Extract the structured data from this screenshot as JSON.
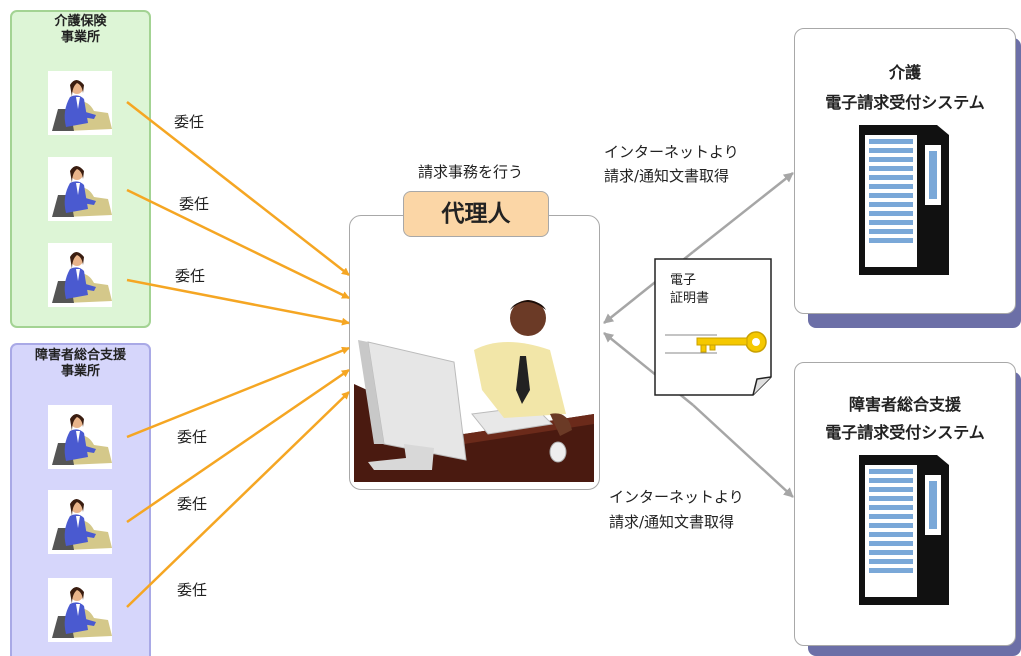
{
  "care_group": {
    "title_line1": "介護保険",
    "title_line2": "事業所"
  },
  "disability_group": {
    "title_line1": "障害者総合支援",
    "title_line2": "事業所"
  },
  "delegation_label": "委任",
  "agent": {
    "caption": "請求事務を行う",
    "name": "代理人"
  },
  "internet_label": {
    "line1": "インターネットより",
    "line2": "請求/通知文書取得"
  },
  "certificate": {
    "line1": "電子",
    "line2": "証明書"
  },
  "server_care": {
    "line1": "介護",
    "line2": "電子請求受付システム"
  },
  "server_disability": {
    "line1": "障害者総合支援",
    "line2": "電子請求受付システム"
  },
  "colors": {
    "arrow_orange": "#f5a623",
    "arrow_gray": "#a6a6a6",
    "care_bg": "#ddf5d6",
    "disability_bg": "#d6d6fb",
    "agent_tag": "#fbd6a6",
    "server_shadow": "#6c6fa7"
  }
}
